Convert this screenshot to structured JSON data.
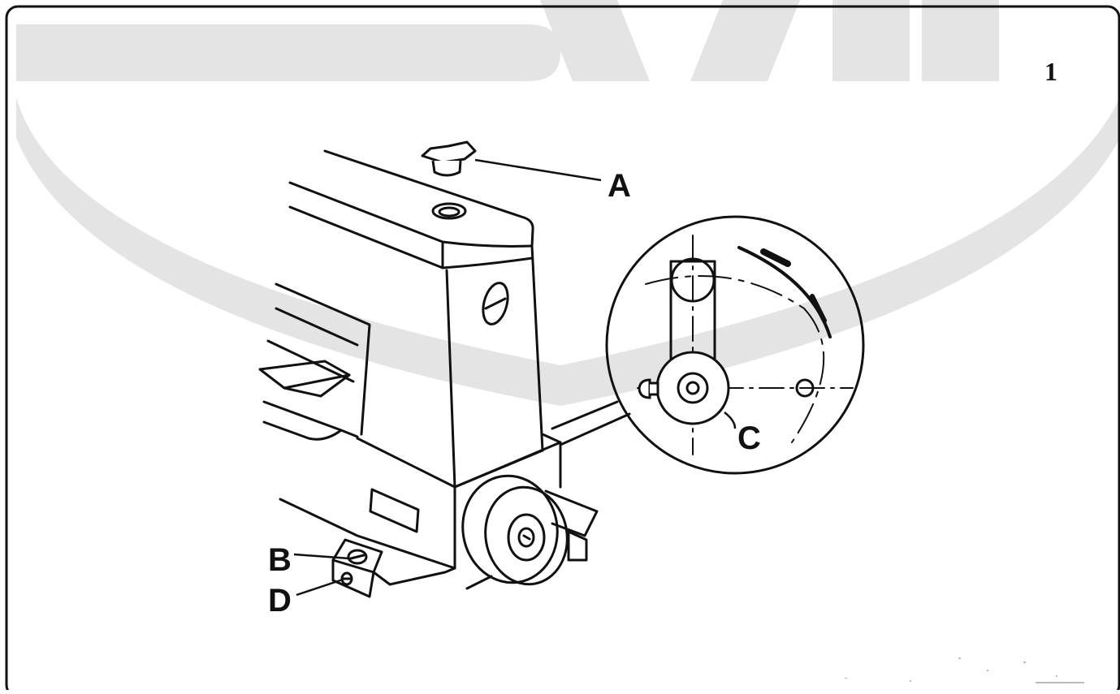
{
  "figure": {
    "page_number": "1",
    "watermark_text": "SVM",
    "callouts": {
      "a": "A",
      "b": "B",
      "c": "C",
      "d": "D"
    }
  }
}
